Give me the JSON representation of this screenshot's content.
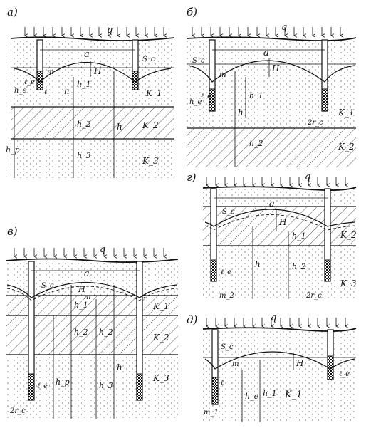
{
  "panels": {
    "a": {
      "label": "а)",
      "q": "q",
      "a": "a",
      "s": "S_c",
      "h_e": "h_e",
      "le": "ℓ_e",
      "l": "ℓ",
      "m": "m",
      "H": "H",
      "h": "h",
      "h1": "h_1",
      "h2": "h_2",
      "h3": "h_3",
      "hp": "h_p",
      "k1": "K_1",
      "k2": "K_2",
      "k3": "K_3"
    },
    "b": {
      "label": "б)",
      "q": "q",
      "a": "a",
      "s": "S_c",
      "H": "H",
      "m": "m",
      "h": "h",
      "h1": "h_1",
      "h2": "h_2",
      "he": "h_e",
      "le": "ℓ_e",
      "r": "2r_c",
      "k1": "K_1",
      "k2": "K_2"
    },
    "v": {
      "label": "в)",
      "q": "q",
      "a": "a",
      "s": "S_c",
      "H": "H",
      "m": "m",
      "h1": "h_1",
      "h2": "h_2",
      "h3": "h_3",
      "hp": "h_p",
      "h": "h",
      "le": "ℓ_e",
      "r": "2r_c",
      "k1": "K_1",
      "k2": "K_2",
      "k3": "K_3"
    },
    "g": {
      "label": "г)",
      "q": "q",
      "a": "a",
      "s": "S_c",
      "H": "H",
      "h1": "h_1",
      "h": "h",
      "h2": "h_2",
      "le": "ℓ_e",
      "m2": "m_2",
      "r": "2r_c",
      "k2": "K_2",
      "k3": "K_3"
    },
    "d": {
      "label": "д)",
      "q": "q",
      "s": "S_c",
      "H": "H",
      "m": "m",
      "l": "ℓ",
      "he": "h_e",
      "h1": "h_1",
      "le": "ℓ_e",
      "m1": "m_1",
      "k1": "K_1"
    }
  }
}
